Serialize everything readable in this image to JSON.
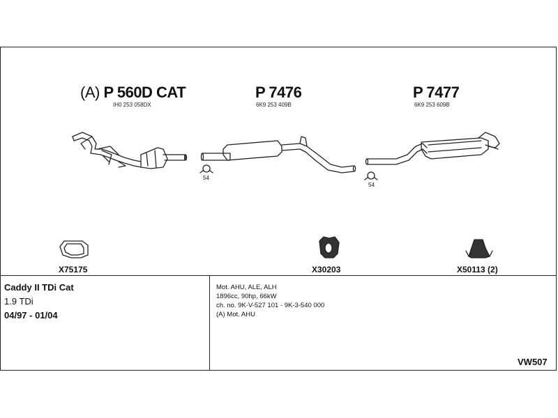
{
  "parts": {
    "cat": {
      "prefix": "(A)",
      "number": "P 560D CAT",
      "oem": "IH0 253 058DX"
    },
    "middle": {
      "number": "P 7476",
      "oem": "6K9 253 409B"
    },
    "rear": {
      "number": "P 7477",
      "oem": "6K9 253 609B"
    }
  },
  "clamps": {
    "middle_clamp": "54",
    "rear_clamp": "54"
  },
  "accessories": {
    "gasket": "X75175",
    "hanger": "X30203",
    "mount": "X50113 (2)"
  },
  "vehicle": {
    "name": "Caddy II TDi Cat",
    "engine": "1.9 TDi",
    "years": "04/97 - 01/04"
  },
  "specs": {
    "line1": "Mot. AHU, ALE, ALH",
    "line2": "1896cc, 90hp, 66kW",
    "line3": "ch. no. 9K-V-527 101 - 9K-3-540 000",
    "line4": "(A) Mot. AHU"
  },
  "diagram_id": "VW507"
}
